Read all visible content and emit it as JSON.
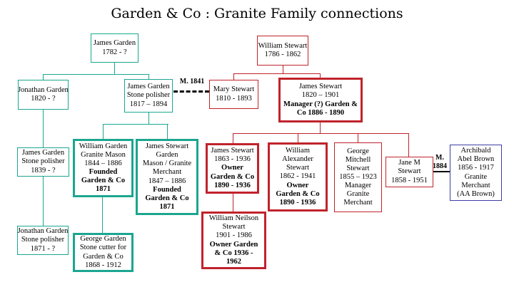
{
  "title": "Garden & Co : Granite Family connections",
  "colors": {
    "garden": "#1BA690",
    "stewart": "#C0232C",
    "brown": "#3D3DA8",
    "marriage": "#000000"
  },
  "marriages": {
    "m1841": {
      "label": "M. 1841"
    },
    "m1884": {
      "label": "M.\n1884"
    }
  },
  "nodes": {
    "james_garden_1782": {
      "text": "James Garden\n1782 - ?",
      "bold": ""
    },
    "jonathan_garden_1820": {
      "text": "Jonathan Garden\n1820 - ?",
      "bold": ""
    },
    "james_garden_1817": {
      "text": "James Garden\nStone polisher\n1817 – 1894",
      "bold": ""
    },
    "mary_stewart_1810": {
      "text": "Mary Stewart\n1810 - 1893",
      "bold": ""
    },
    "william_stewart_1786": {
      "text": "William Stewart\n1786 - 1862",
      "bold": ""
    },
    "james_stewart_1820": {
      "text": "James Stewart\n1820 – 1901",
      "bold": "Manager (?) Garden &\nCo 1886 - 1890"
    },
    "james_garden_1839": {
      "text": "James Garden\nStone polisher\n1839 - ?",
      "bold": ""
    },
    "william_garden_1844": {
      "text": "William Garden\nGranite Mason\n1844 – 1886",
      "bold": "Founded\nGarden & Co\n1871"
    },
    "james_stewart_garden_1847": {
      "text": "James Stewart\nGarden\nMason / Granite\nMerchant\n1847 – 1886",
      "bold": "Founded\nGarden & Co\n1871"
    },
    "james_stewart_1863": {
      "text": "James Stewart\n1863 - 1936",
      "bold": "Owner\nGarden & Co\n1890 - 1936"
    },
    "william_alexander_1862": {
      "text": "William\nAlexander\nStewart\n1862 - 1941",
      "bold": "Owner\nGarden & Co\n1890 - 1936"
    },
    "george_mitchell_1855": {
      "text": "George\nMitchell\nStewart\n1855 – 1923\nManager\nGranite\nMerchant",
      "bold": ""
    },
    "jane_m_stewart_1858": {
      "text": "Jane M\nStewart\n1858 - 1951",
      "bold": ""
    },
    "archibald_brown_1856": {
      "text": "Archibald\nAbel Brown\n1856 - 1917\nGranite\nMerchant\n(AA Brown)",
      "bold": ""
    },
    "william_neilson_1901": {
      "text": "William Neilson\nStewart\n1901 - 1986",
      "bold": "Owner Garden\n& Co 1936 -\n1962"
    },
    "jonathan_garden_1871": {
      "text": "Jonathan Garden\nStone polisher\n1871 - ?",
      "bold": ""
    },
    "george_garden_1868": {
      "text": "George Garden\nStone cutter for\nGarden & Co\n1868 - 1912",
      "bold": ""
    }
  }
}
